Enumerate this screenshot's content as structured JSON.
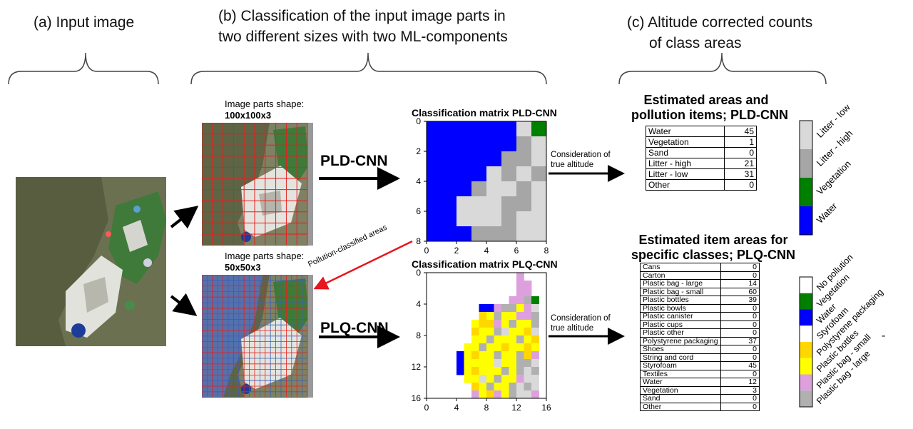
{
  "headers": {
    "a": "(a) Input image",
    "b_line1": "(b) Classification of the input image parts  in",
    "b_line2": "two different sizes with two ML-components",
    "c_line1": "(c) Altitude corrected counts",
    "c_line2": "of class areas"
  },
  "grid_top": {
    "label": "Image parts shape:",
    "shape": "100x100x3"
  },
  "grid_bottom": {
    "label": "Image parts shape:",
    "shape": "50x50x3"
  },
  "arrows": {
    "pld": "PLD-CNN",
    "plq": "PLQ-CNN",
    "altitude_top_1": "Consideration of",
    "altitude_top_2": "true altitude",
    "altitude_bottom_1": "Consideration of",
    "altitude_bottom_2": "true altitude",
    "pollution": "Pollution-classified areas"
  },
  "colors": {
    "water": "#0000ff",
    "vegetation": "#007f00",
    "litter_high": "#a6a6a6",
    "litter_low": "#d9d9d9",
    "styrofoam": "#ffffff",
    "polystyrene": "#ffd700",
    "plastic_bottles": "#ffff00",
    "plastic_bag_small": "#dda0dd",
    "plastic_bag_large": "#b0b0b0",
    "arrow_red": "#e8141e",
    "grid_red": "#e81e1e"
  },
  "matrix_pld": {
    "title": "Classification matrix PLD-CNN",
    "xticks": [
      "0",
      "2",
      "4",
      "6",
      "8"
    ],
    "yticks": [
      "0",
      "2",
      "4",
      "6",
      "8"
    ]
  },
  "matrix_plq": {
    "title": "Classification matrix PLQ-CNN",
    "xticks": [
      "0",
      "4",
      "8",
      "12",
      "16"
    ],
    "yticks": [
      "0",
      "4",
      "8",
      "12",
      "16"
    ]
  },
  "table_pld": {
    "title_line1": "Estimated areas and",
    "title_line2": "pollution items; PLD-CNN",
    "rows": [
      {
        "label": "Water",
        "value": "45"
      },
      {
        "label": "Vegetation",
        "value": "1"
      },
      {
        "label": "Sand",
        "value": "0"
      },
      {
        "label": "Litter - high",
        "value": "21"
      },
      {
        "label": "Litter - low",
        "value": "31"
      },
      {
        "label": "Other",
        "value": "0"
      }
    ]
  },
  "table_plq": {
    "title_line1": "Estimated item areas for",
    "title_line2": "specific classes; PLQ-CNN",
    "rows": [
      {
        "label": "Cans",
        "value": "0"
      },
      {
        "label": "Carton",
        "value": "0"
      },
      {
        "label": "Plastic bag - large",
        "value": "14"
      },
      {
        "label": "Plastic bag - small",
        "value": "60"
      },
      {
        "label": "Plastic bottles",
        "value": "39"
      },
      {
        "label": "Plastic bowls",
        "value": "0"
      },
      {
        "label": "Plastic canister",
        "value": "0"
      },
      {
        "label": "Plastic cups",
        "value": "0"
      },
      {
        "label": "Plastic other",
        "value": "0"
      },
      {
        "label": "Polystyrene packaging",
        "value": "37"
      },
      {
        "label": "Shoes",
        "value": "0"
      },
      {
        "label": "String and cord",
        "value": "0"
      },
      {
        "label": "Styrofoam",
        "value": "45"
      },
      {
        "label": "Textiles",
        "value": "0"
      },
      {
        "label": "Water",
        "value": "12"
      },
      {
        "label": "Vegetation",
        "value": "3"
      },
      {
        "label": "Sand",
        "value": "0"
      },
      {
        "label": "Other",
        "value": "0"
      }
    ]
  },
  "colorbar_pld": {
    "labels": [
      "Litter - low",
      "Litter - high",
      "Vegetation",
      "Water"
    ]
  },
  "colorbar_plq": {
    "labels": [
      "No pollution",
      "Vegetation",
      "Water",
      "Styrofoam",
      "Polystyrene packaging",
      "Plastic bottles",
      "Plastic bag - small",
      "Plastic bag - large"
    ]
  },
  "stray_mark": "-"
}
